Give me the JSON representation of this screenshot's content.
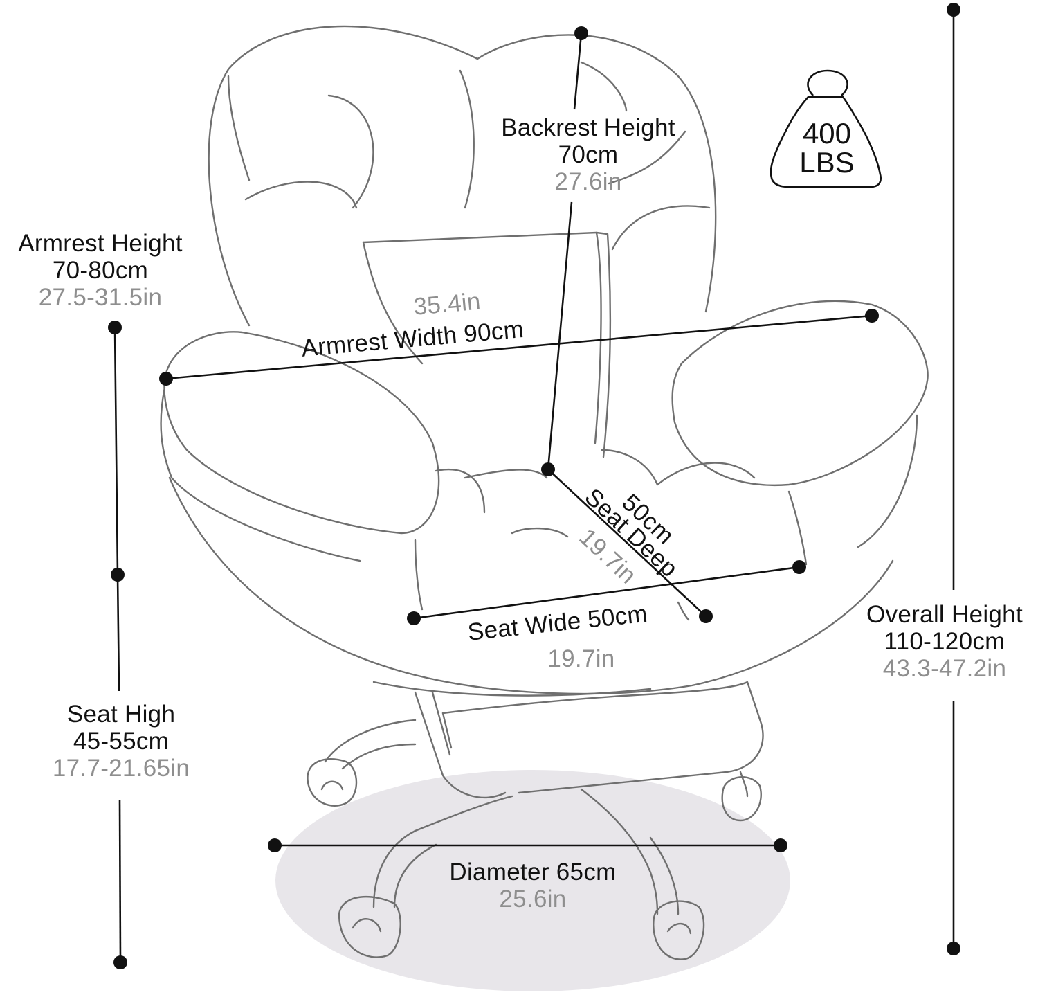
{
  "backrest": {
    "title": "Backrest Height",
    "cm": "70cm",
    "inch": "27.6in"
  },
  "weight": {
    "number": "400",
    "unit": "LBS"
  },
  "armrest_height": {
    "title": "Armrest Height",
    "cm": "70-80cm",
    "inch": "27.5-31.5in"
  },
  "armrest_width": {
    "inch": "35.4in",
    "title": "Armrest Width 90cm"
  },
  "seat_deep": {
    "cm": "50cm",
    "title": "Seat Deep",
    "inch": "19.7in"
  },
  "seat_wide": {
    "title": "Seat Wide 50cm",
    "inch": "19.7in"
  },
  "overall_height": {
    "title": "Overall Height",
    "cm": "110-120cm",
    "inch": "43.3-47.2in"
  },
  "seat_high": {
    "title": "Seat High",
    "cm": "45-55cm",
    "inch": "17.7-21.65in"
  },
  "diameter": {
    "title": "Diameter 65cm",
    "inch": "25.6in"
  },
  "colors": {
    "line": "#111111",
    "sketch": "#6f6f6f",
    "shadow": "#e8e6ea",
    "secondary_text": "#8e8e8e"
  }
}
